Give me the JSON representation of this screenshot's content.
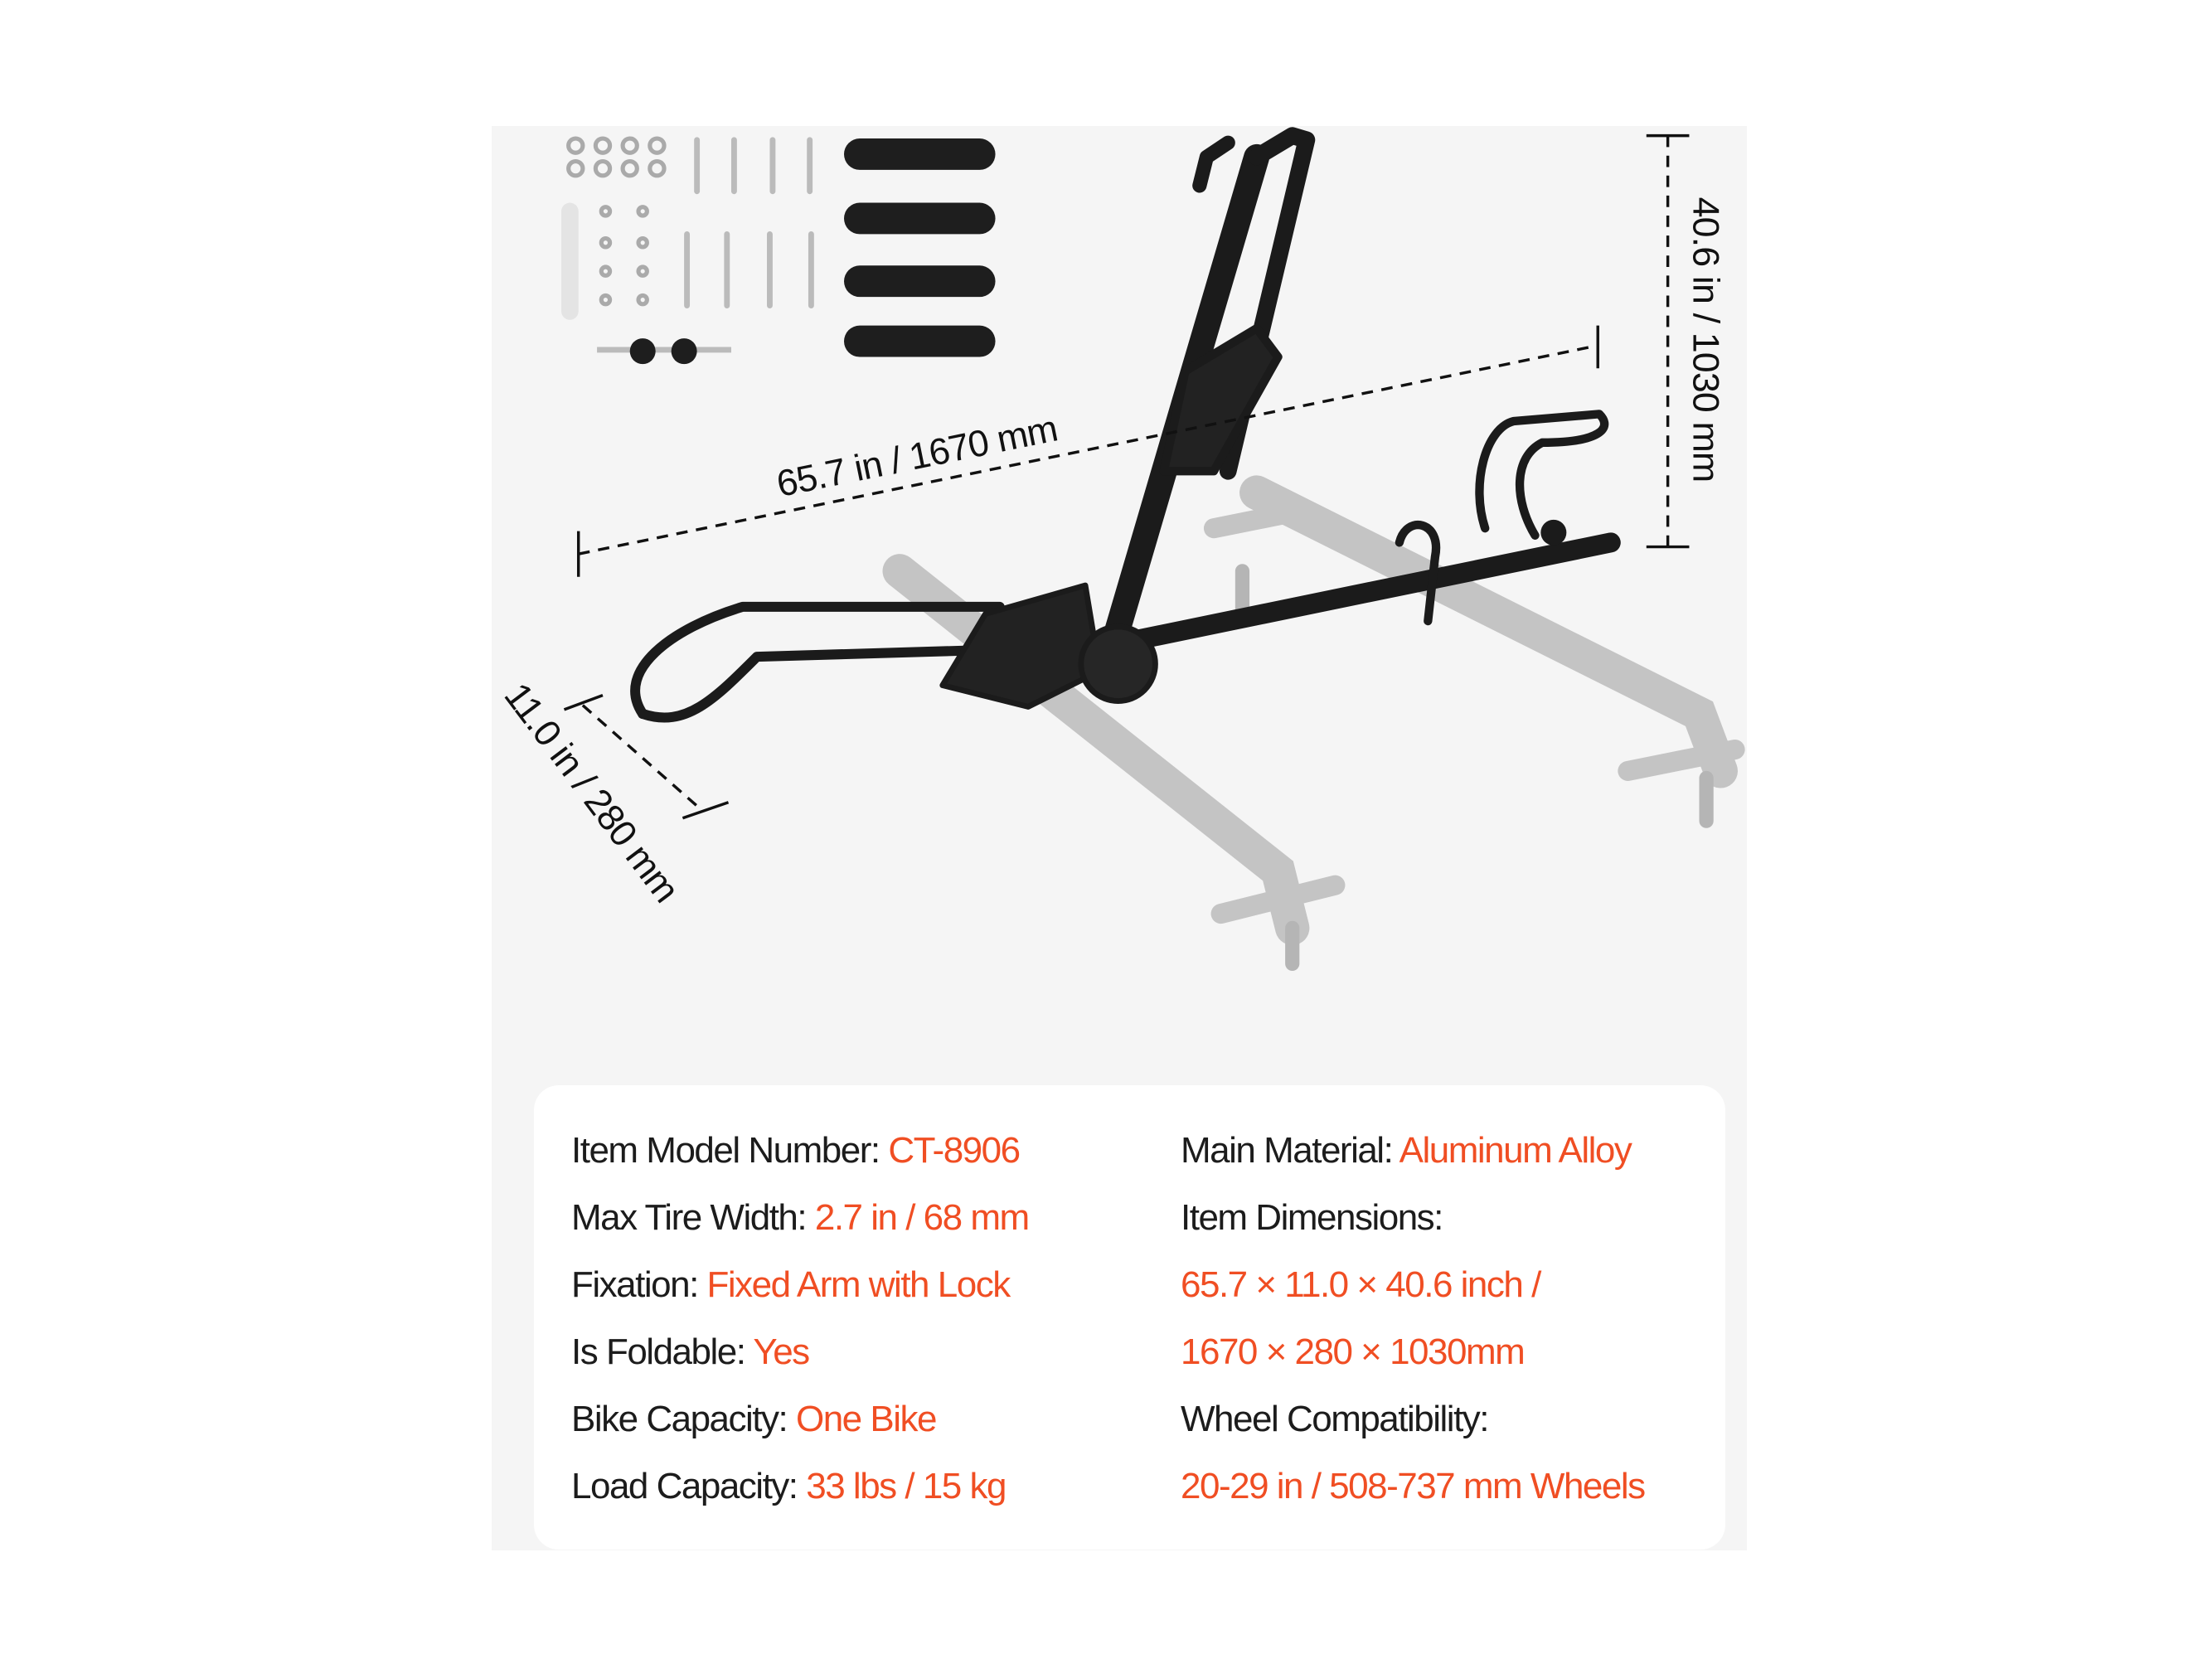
{
  "dimensions": {
    "length": "65.7 in / 1670 mm",
    "height": "40.6 in / 1030 mm",
    "width": "11.0 in / 280 mm"
  },
  "specs_left": [
    {
      "label": "Item Model Number: ",
      "value": "CT-8906"
    },
    {
      "label": "Max Tire Width: ",
      "value": "2.7 in / 68 mm"
    },
    {
      "label": "Fixation: ",
      "value": "Fixed Arm with Lock"
    },
    {
      "label": "Is Foldable: ",
      "value": "Yes"
    },
    {
      "label": "Bike Capacity: ",
      "value": "One Bike"
    },
    {
      "label": "Load Capacity: ",
      "value": "33 lbs / 15 kg"
    }
  ],
  "specs_right": [
    {
      "label": "Main Material: ",
      "value": "Aluminum Alloy"
    },
    {
      "label": "Item Dimensions:",
      "value": ""
    },
    {
      "label": "",
      "value": "65.7 × 11.0 × 40.6 inch /"
    },
    {
      "label": "",
      "value": "1670 × 280 × 1030mm"
    },
    {
      "label": "Wheel Compatibility:",
      "value": ""
    },
    {
      "label": "",
      "value": "20-29 in / 508-737 mm Wheels"
    }
  ],
  "colors": {
    "accent": "#f04e23",
    "text": "#1c1c1c",
    "panel": "#f5f5f5"
  }
}
